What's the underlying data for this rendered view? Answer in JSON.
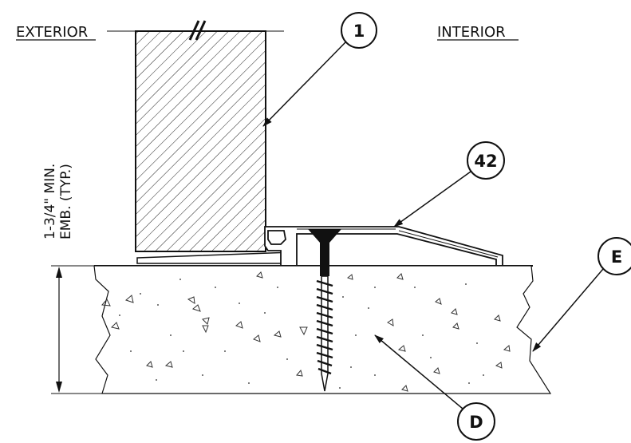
{
  "labels": {
    "exterior": "EXTERIOR",
    "interior": "INTERIOR",
    "dimension_line1": "1-3/4\" MIN.",
    "dimension_line2": "EMB. (TYP.)"
  },
  "callouts": {
    "door": "1",
    "threshold": "42",
    "substrate": "D",
    "edge": "E"
  }
}
